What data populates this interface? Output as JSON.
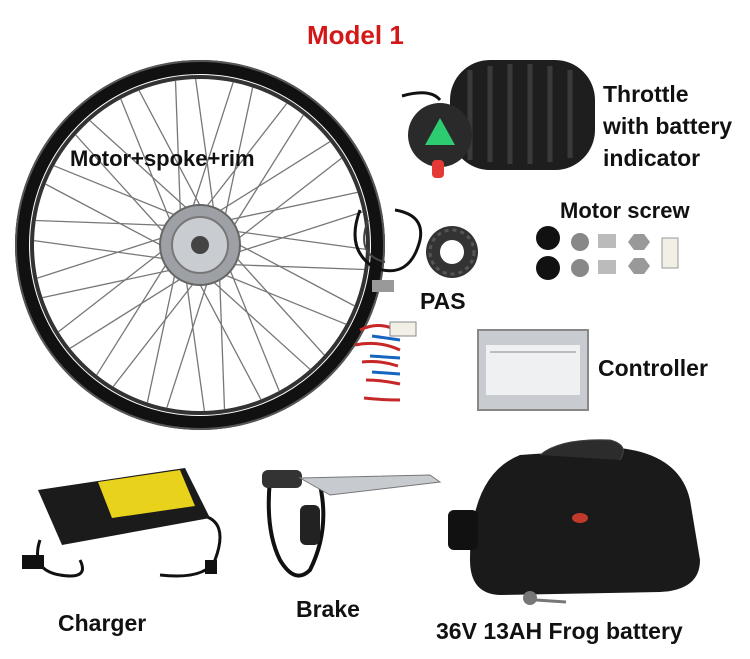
{
  "title": "Model 1",
  "labels": {
    "wheel": "Motor+spoke+rim",
    "throttle_line1": "Throttle",
    "throttle_line2": "with battery",
    "throttle_line3": "indicator",
    "motor_screw": "Motor screw",
    "pas": "PAS",
    "controller": "Controller",
    "charger": "Charger",
    "brake": "Brake",
    "battery": "36V 13AH Frog battery"
  },
  "colors": {
    "title": "#d31818",
    "rim": "#111111",
    "hub": "#b9bcbf",
    "charger_label": "#e8d21b",
    "battery_body": "#1a1a1a",
    "battery_tag": "#c0392b"
  },
  "icons": [
    "wheel",
    "throttle-grip",
    "pas-sensor",
    "motor-screws",
    "controller-box",
    "charger",
    "brake-lever",
    "frog-battery"
  ]
}
